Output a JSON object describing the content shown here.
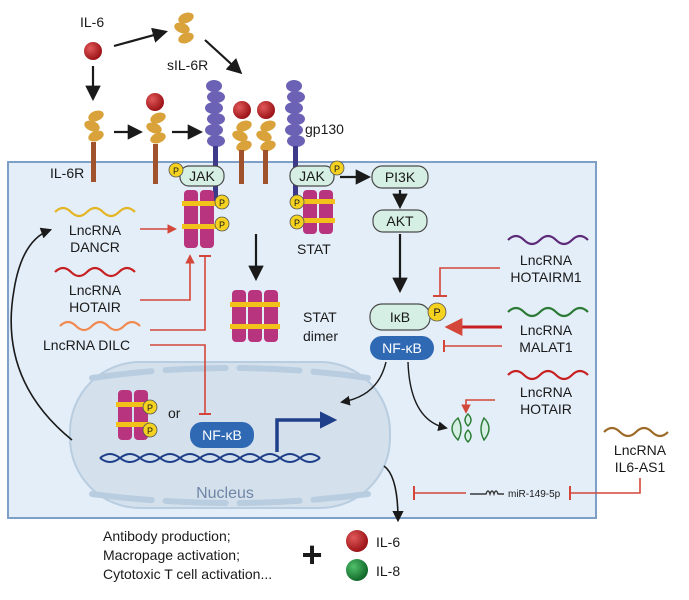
{
  "labels": {
    "il6_top": "IL-6",
    "sil6r": "sIL-6R",
    "il6r": "IL-6R",
    "gp130": "gp130",
    "jak_left": "JAK",
    "jak_right": "JAK",
    "pi3k": "PI3K",
    "akt": "AKT",
    "stat": "STAT",
    "stat_dimer_1": "STAT",
    "stat_dimer_2": "dimer",
    "ikb": "IκB",
    "nfkb_cyto": "NF-κB",
    "nfkb_nuc": "NF-κB",
    "or": "or",
    "nucleus": "Nucleus",
    "mir": "miR-149-5p",
    "p": "P"
  },
  "lncrna": {
    "dancr_1": "LncRNA",
    "dancr_2": "DANCR",
    "hotair_left_1": "LncRNA",
    "hotair_left_2": "HOTAIR",
    "dilc": "LncRNA DILC",
    "hotairm1_1": "LncRNA",
    "hotairm1_2": "HOTAIRM1",
    "malat1_1": "LncRNA",
    "malat1_2": "MALAT1",
    "hotair_right_1": "LncRNA",
    "hotair_right_2": "HOTAIR",
    "il6as1_1": "LncRNA",
    "il6as1_2": "IL6-AS1"
  },
  "outputs": {
    "effects": [
      "Antibody production;",
      "Macropage activation;",
      "Cytotoxic T cell activation..."
    ],
    "plus": "+",
    "il6": "IL-6",
    "il8": "IL-8"
  },
  "colors": {
    "cell_fill": "#e4eef8",
    "cell_border": "#7d9fc8",
    "nucleus_fill": "#d4e1ec",
    "receptor": "#d9a23a",
    "gp130": "#6b62b5",
    "il6_ball": "#b3191e",
    "il8_ball": "#1f8a3a",
    "jak_fill": "#d5efe4",
    "stat": "#b8347e",
    "stat_stripe": "#f2c21a",
    "phospho": "#f4d21f",
    "nfkb": "#2f69b3",
    "ikb_fill": "#d5efe4",
    "inhibit": "#d4463a",
    "dna": "#1f3f8a",
    "dancr_wave": "#e3b424",
    "hotair_wave": "#c72023",
    "dilc_wave": "#f08a4e",
    "hotairm1_wave": "#5d2a78",
    "malat1_wave": "#2a7a34",
    "il6as1_wave": "#9b6a27"
  }
}
